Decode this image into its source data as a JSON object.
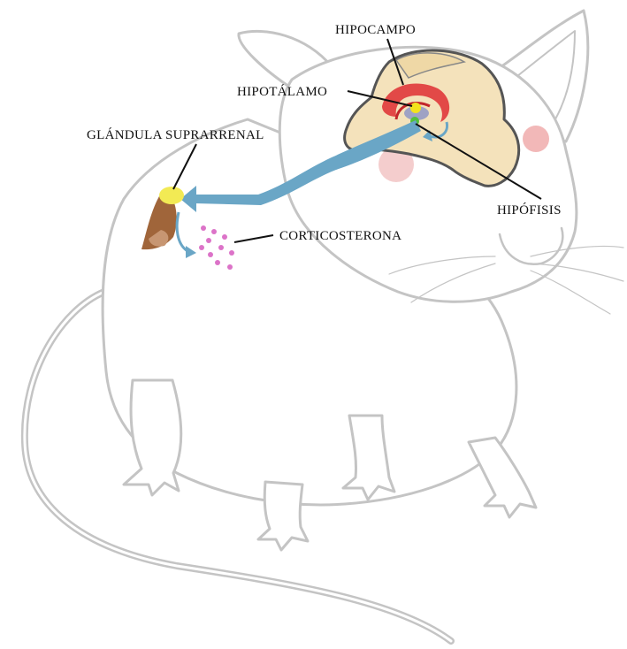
{
  "labels": {
    "hipocampo": "HIPOCAMPO",
    "hipotalamo": "HIPOTÁLAMO",
    "glandula": "GLÁNDULA SUPRARRENAL",
    "hipofisis": "HIPÓFISIS",
    "corticosterona": "CORTICOSTERONA"
  },
  "colors": {
    "outline": "#c4c4c4",
    "brain": "#f4e2bb",
    "hippocampus": "#e0393b",
    "hypothalamus": "#f3e21c",
    "pituitary": "#52c03b",
    "arrow": "#6aa6c6",
    "adrenal": "#a0653a",
    "adrenal_cap": "#f2ea54",
    "hormone": "#dc73c8",
    "nose": "#f2b8b8"
  }
}
